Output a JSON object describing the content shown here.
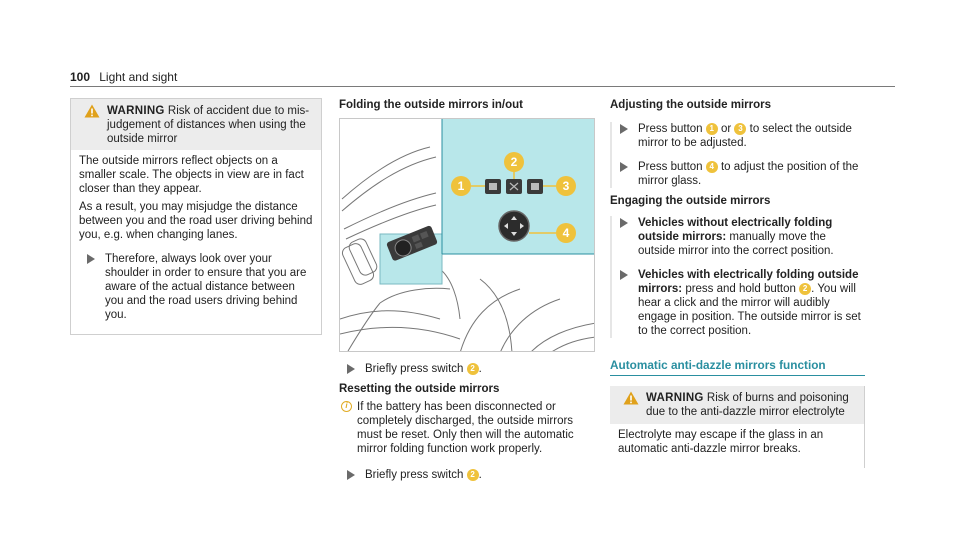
{
  "header": {
    "page_number": "100",
    "section_title": "Light and sight"
  },
  "col1": {
    "warning": {
      "label": "WARNING",
      "title": "Risk of accident due to mis-judgement of distances when using the outside mirror",
      "body1": "The outside mirrors reflect objects on a smaller scale. The objects in view are in fact closer than they appear.",
      "body2": "As a result, you may misjudge the distance between you and the road user driving behind you, e.g. when changing lanes.",
      "step": "Therefore, always look over your shoulder in order to ensure that you are aware of the actual distance between you and the road users driving behind you."
    }
  },
  "col2": {
    "heading": "Folding the outside mirrors in/out",
    "figure": {
      "labels": [
        "1",
        "2",
        "3",
        "4"
      ]
    },
    "step1_text": "Briefly press switch",
    "step1_num": "2",
    "reset_heading": "Resetting the outside mirrors",
    "note": "If the battery has been disconnected or completely discharged, the outside mirrors must be reset. Only then will the automatic mirror folding function work properly.",
    "step2_text": "Briefly press switch",
    "step2_num": "2"
  },
  "col3": {
    "adjust_heading": "Adjusting the outside mirrors",
    "adj_step1_a": "Press button",
    "adj_step1_n1": "1",
    "adj_step1_or": "or",
    "adj_step1_n2": "3",
    "adj_step1_b": "to select the outside mirror to be adjusted.",
    "adj_step2_a": "Press button",
    "adj_step2_n": "4",
    "adj_step2_b": "to adjust the position of the mirror glass.",
    "engage_heading": "Engaging the outside mirrors",
    "cond1_bold": "Vehicles without electrically folding outside mirrors:",
    "cond1_text": "manually move the outside mirror into the correct position.",
    "cond2_bold": "Vehicles with electrically folding outside mirrors:",
    "cond2_text_a": "press and hold button",
    "cond2_num": "2",
    "cond2_text_b": "You will hear a click and the mirror will audibly engage in position. The outside mirror is set to the correct position.",
    "anti_dazzle_heading": "Automatic anti-dazzle mirrors function",
    "warning2": {
      "label": "WARNING",
      "title": "Risk of burns and poisoning due to the anti-dazzle mirror electrolyte",
      "body": "Electrolyte may escape if the glass in an automatic anti-dazzle mirror breaks."
    }
  },
  "colors": {
    "teal": "#2a8fa0",
    "callout": "#efc23c",
    "panel": "#b8e7ea"
  }
}
